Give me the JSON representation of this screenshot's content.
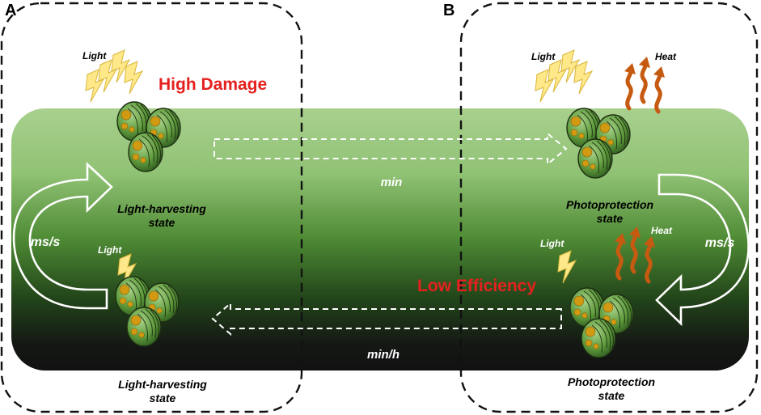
{
  "panels": {
    "left": "A",
    "right": "B"
  },
  "labels": {
    "high_damage": "High Damage",
    "low_efficiency": "Low Efficiency",
    "min": "min",
    "min_h": "min/h",
    "ms_s_left": "ms/s",
    "ms_s_right": "ms/s",
    "light_a_top": "Light",
    "light_a_bottom": "Light",
    "light_b_top": "Light",
    "light_b_bottom": "Light",
    "heat_b_top": "Heat",
    "heat_b_bottom": "Heat",
    "state_a_top": [
      "Light-harvesting",
      "state"
    ],
    "state_a_bottom": [
      "Light-harvesting",
      "state"
    ],
    "state_b_top": [
      "Photoprotection",
      "state"
    ],
    "state_b_bottom": [
      "Photoprotection",
      "state"
    ]
  },
  "colors": {
    "band_top": "#a8d08d",
    "band_mid": "#3f7a2a",
    "band_bottom": "#111111",
    "cell_fill": "#5e9a3c",
    "granule": "#d19a12",
    "lightning": "#ffe88a",
    "heat": "#c65a11",
    "damage_text": "#e4211f"
  },
  "icons": {
    "cells": "algae-cell-cluster-icon",
    "light": "lightning-bolt-icon",
    "heat": "heat-wave-icon"
  }
}
